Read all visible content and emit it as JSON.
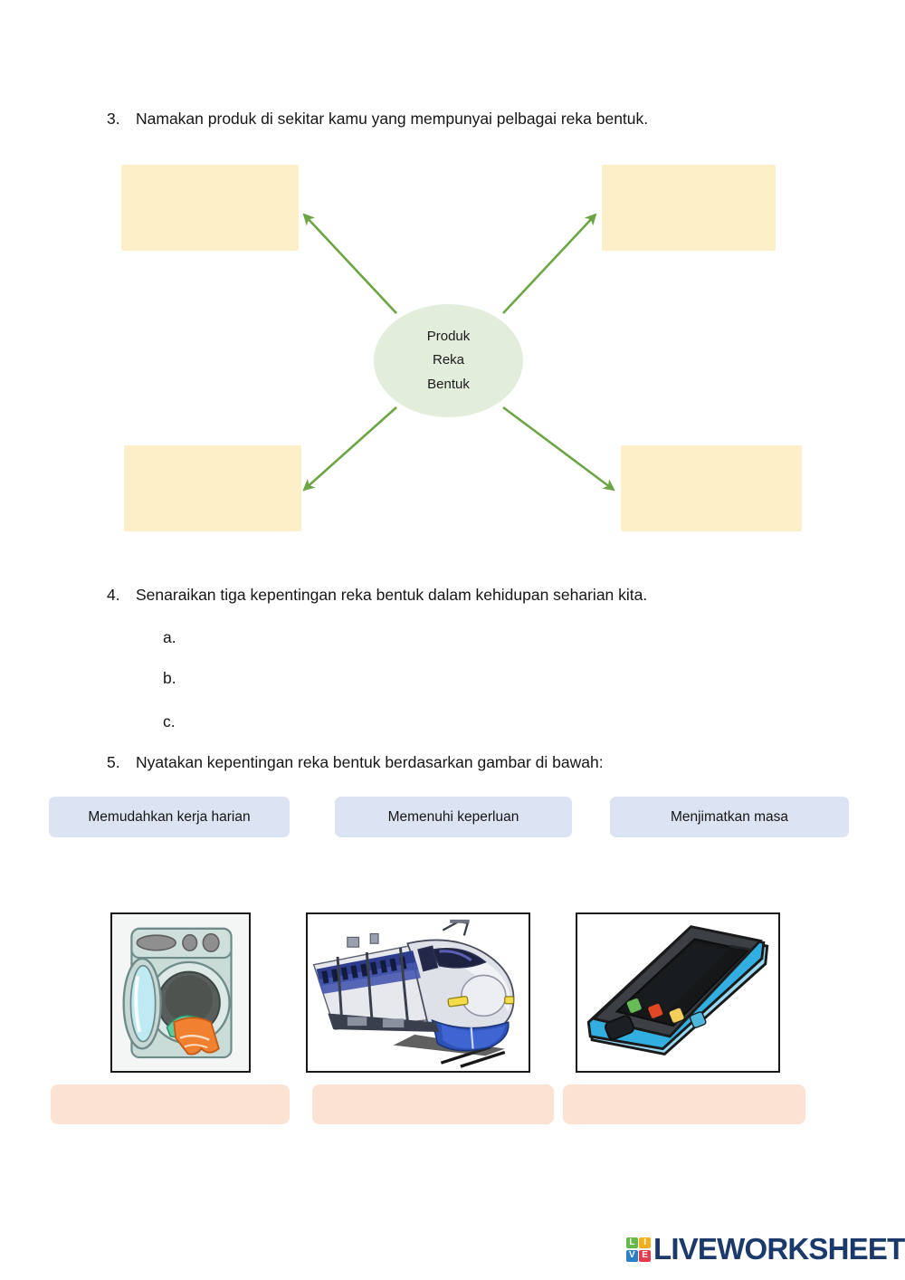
{
  "worksheet": {
    "questions": [
      {
        "number": "3.",
        "text": "Namakan produk di sekitar kamu yang mempunyai pelbagai reka bentuk."
      },
      {
        "number": "4.",
        "text": "Senaraikan tiga kepentingan reka bentuk dalam kehidupan seharian kita."
      },
      {
        "number": "5.",
        "text": "Nyatakan kepentingan reka bentuk berdasarkan gambar di bawah:"
      }
    ],
    "mindmap": {
      "center_lines": [
        "Produk",
        "Reka",
        "Bentuk"
      ],
      "answer_boxes": [
        {
          "id": "top-left",
          "value": "",
          "placeholder": ""
        },
        {
          "id": "top-right",
          "value": "",
          "placeholder": ""
        },
        {
          "id": "bottom-left",
          "value": "",
          "placeholder": ""
        },
        {
          "id": "bottom-right",
          "value": "",
          "placeholder": ""
        }
      ],
      "arrow_color": "#6DA544",
      "box_color": "#FDEFC8",
      "ellipse_color": "#E2EDDC"
    },
    "list_items": [
      {
        "label": "a.",
        "value": ""
      },
      {
        "label": "b.",
        "value": ""
      },
      {
        "label": "c.",
        "value": ""
      }
    ],
    "word_chips": [
      "Memudahkan kerja harian",
      "Memenuhi keperluan",
      "Menjimatkan masa"
    ],
    "pictures": [
      {
        "name": "washing-machine",
        "alt": "Mesin basuh"
      },
      {
        "name": "bullet-train",
        "alt": "Kereta api laju"
      },
      {
        "name": "smartphone",
        "alt": "Telefon pintar"
      }
    ],
    "drop_zones": [
      {
        "id": "answer-1",
        "value": ""
      },
      {
        "id": "answer-2",
        "value": ""
      },
      {
        "id": "answer-3",
        "value": ""
      }
    ],
    "footer": {
      "logo_cells": [
        "L",
        "I",
        "V",
        "E"
      ],
      "brand": "LIVEWORKSHEETS"
    }
  }
}
